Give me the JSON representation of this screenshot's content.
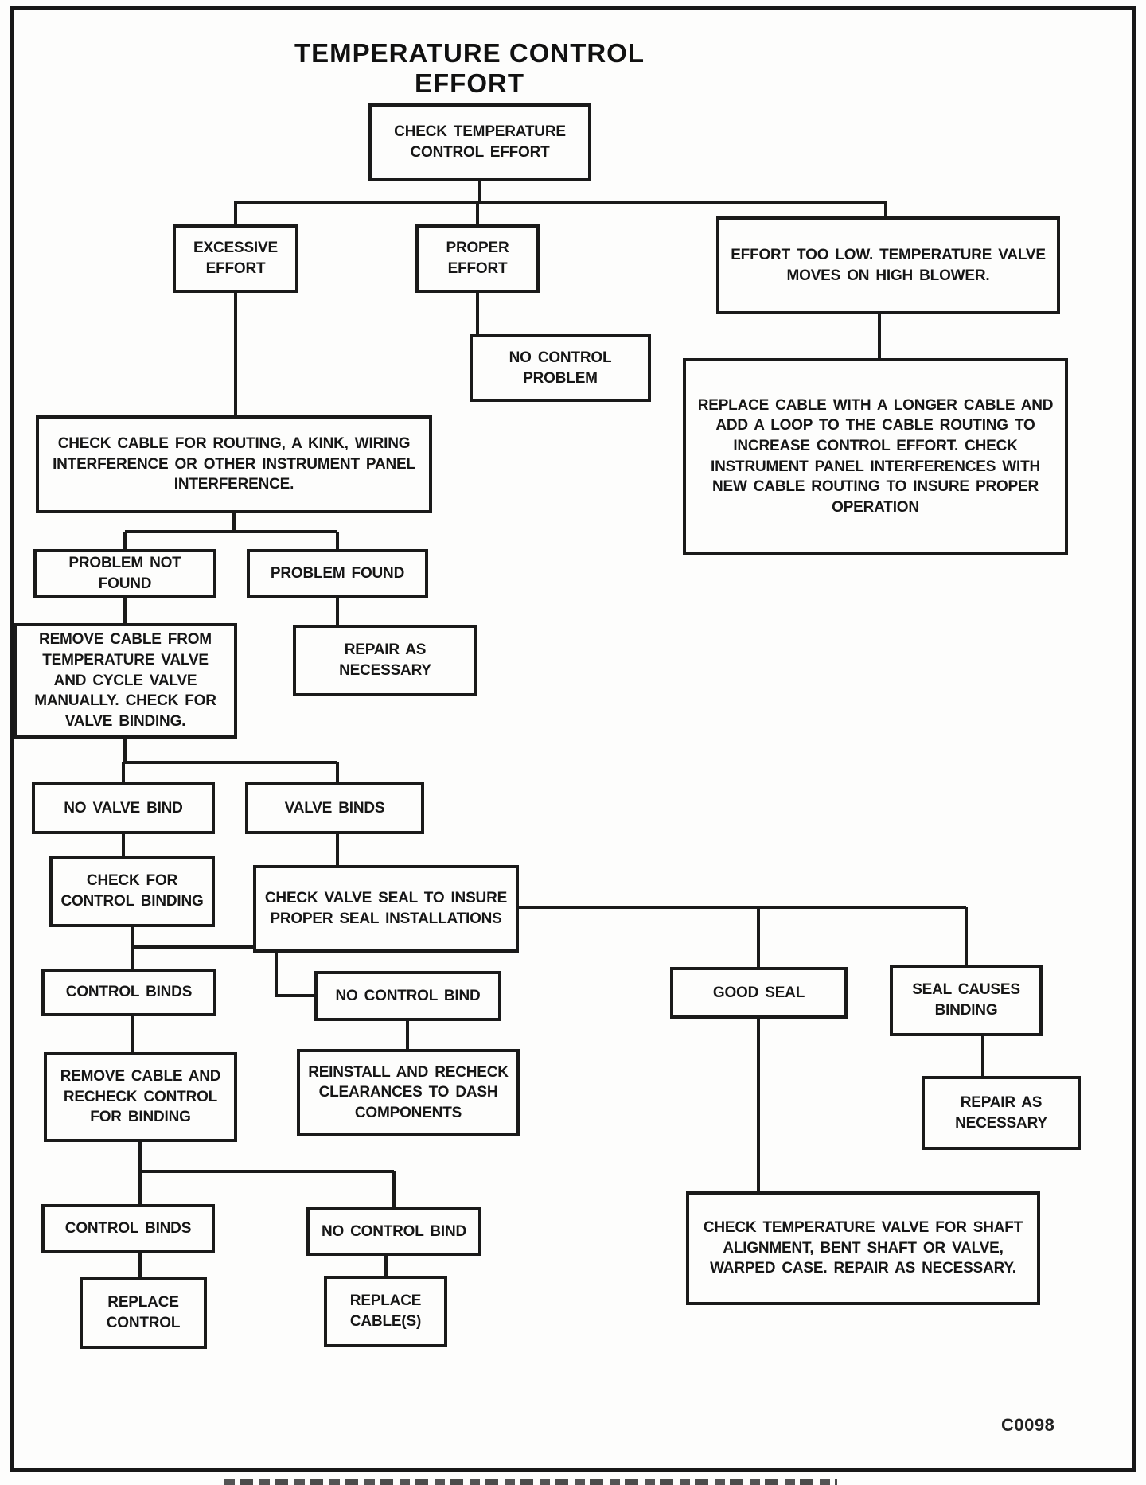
{
  "title": "TEMPERATURE CONTROL EFFORT",
  "code": "C0098",
  "nodes": [
    {
      "id": "check-effort",
      "label": "CHECK TEMPERATURE CONTROL EFFORT"
    },
    {
      "id": "excessive-effort",
      "label": "EXCESSIVE EFFORT"
    },
    {
      "id": "proper-effort",
      "label": "PROPER EFFORT"
    },
    {
      "id": "effort-too-low",
      "label": "EFFORT TOO LOW. TEMPERATURE VALVE MOVES ON HIGH BLOWER."
    },
    {
      "id": "no-control-problem",
      "label": "NO CONTROL PROBLEM"
    },
    {
      "id": "replace-cable-longer",
      "label": "REPLACE CABLE WITH A LONGER CABLE AND ADD A LOOP TO THE CABLE ROUTING TO INCREASE CONTROL EFFORT. CHECK INSTRUMENT PANEL INTERFERENCES WITH NEW CABLE ROUTING TO INSURE PROPER OPERATION"
    },
    {
      "id": "check-cable-routing",
      "label": "CHECK CABLE FOR ROUTING, A KINK, WIRING INTERFERENCE OR OTHER INSTRUMENT PANEL INTERFERENCE."
    },
    {
      "id": "problem-not-found",
      "label": "PROBLEM NOT FOUND"
    },
    {
      "id": "problem-found",
      "label": "PROBLEM FOUND"
    },
    {
      "id": "remove-cable-cycle-valve",
      "label": "REMOVE CABLE FROM TEMPERATURE VALVE AND CYCLE VALVE MANUALLY. CHECK FOR VALVE BINDING."
    },
    {
      "id": "repair-as-necessary-1",
      "label": "REPAIR AS NECESSARY"
    },
    {
      "id": "no-valve-bind",
      "label": "NO VALVE BIND"
    },
    {
      "id": "valve-binds",
      "label": "VALVE BINDS"
    },
    {
      "id": "check-control-binding",
      "label": "CHECK FOR CONTROL BINDING"
    },
    {
      "id": "check-valve-seal",
      "label": "CHECK VALVE SEAL TO INSURE PROPER SEAL INSTALLATIONS"
    },
    {
      "id": "control-binds-1",
      "label": "CONTROL BINDS"
    },
    {
      "id": "no-control-bind-1",
      "label": "NO CONTROL BIND"
    },
    {
      "id": "good-seal",
      "label": "GOOD SEAL"
    },
    {
      "id": "seal-causes-binding",
      "label": "SEAL CAUSES BINDING"
    },
    {
      "id": "remove-cable-recheck",
      "label": "REMOVE CABLE AND RECHECK CONTROL FOR BINDING"
    },
    {
      "id": "reinstall-recheck",
      "label": "REINSTALL AND RECHECK CLEARANCES TO DASH COMPONENTS"
    },
    {
      "id": "repair-as-necessary-2",
      "label": "REPAIR AS NECESSARY"
    },
    {
      "id": "check-temp-valve-shaft",
      "label": "CHECK TEMPERATURE VALVE FOR SHAFT ALIGNMENT, BENT SHAFT OR VALVE, WARPED CASE. REPAIR AS NECESSARY."
    },
    {
      "id": "control-binds-2",
      "label": "CONTROL BINDS"
    },
    {
      "id": "no-control-bind-2",
      "label": "NO CONTROL BIND"
    },
    {
      "id": "replace-control",
      "label": "REPLACE CONTROL"
    },
    {
      "id": "replace-cables",
      "label": "REPLACE CABLE(S)"
    }
  ]
}
